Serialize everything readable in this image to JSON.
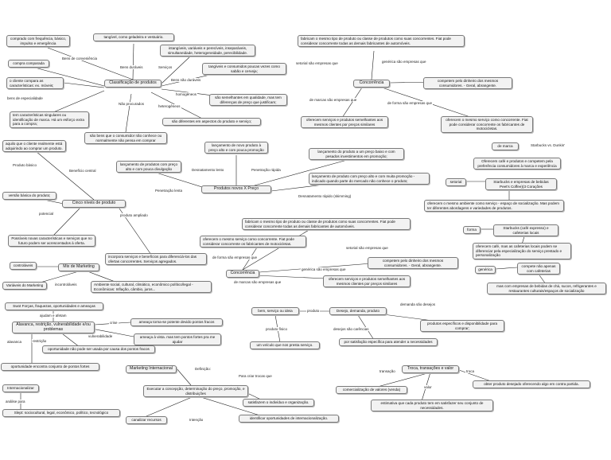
{
  "nodes": {
    "n1": "comprado com frequência, básico, impulso e emergência",
    "n2": "tangível, como geladeira e vestuário.",
    "n3": "intangíveis, variáveis e perecíveis, inseparáveis, simultaneidade, heterogeneidade, perecibilidade.",
    "n4": "tangíveis e consumidos poucas vezes como sabão e cerveja;",
    "n5": "compra comparada",
    "n6": "o cliente compara as características: ex. móveis;",
    "n7": "Classificação de produtos",
    "n8": "são semelhantes em qualidade, mas tem diferenças de preço que justificam;",
    "n9": "tem características singulares ou identificação de marca. Há um esforço extra para a compra;",
    "n10": "são diferentes em aspectos do produto e serviço;",
    "n11": "são bens que o consumidor não conhece ou normalmente não pensa em comprar",
    "n12": "fabricam o mesmo tipo de produto ou classe de produtos como suas concorrentes. Fiat pode considerar concorrente todas as demais fabricantes de automóveis.",
    "n13": "Concorrência",
    "n14": "competem pelo dinheiro dos mesmos consumidores. - Geral, abrangente.",
    "n15": "oferecem serviços e produtos semelhantes aos mesmos clientes por preços similares",
    "n16": "oferecem o mesmo serviço como concorrente. Fiat pode considerar concorrente os fabricantes de motocicletas.",
    "n17": "aquilo que o cliente realmente está adquirindo ao comprar um produto.",
    "n18": "lançamento de novo produto à preço alto e com pouca promoção",
    "n19": "lançamento do produto a um preço baixo e com pesados investimentos em promoção;",
    "n20": "lançamento de produtos com preço alto e com pouca divulgação",
    "n21": "Produtos novos X Preço",
    "n22": "lançamento de produto com preço alto e com muita promoção - indicado quando parte do mercado não conhece o produto;",
    "n23": "Cinco níveis de produto",
    "n24": "versão básica do produto;",
    "n25": "Possíveis novas características e serviços que no futuro podem ser acrescentados à oferta.",
    "n26": "incorpora serviços e benefícios para diferenciá-los das ofertas concorrentes. Serviços agregados.",
    "n27": "de marca",
    "n28": "Oferecem café e produtos e competem pela preferência consumidores à marca e experiência",
    "n29": "setorial",
    "n30": "Starbucks e empresas de bebidas Peet's Coffee)(3 Corações",
    "n31": "oferecem o mesmo ambiente como serviço - espaço de socialização. Mas podem ter diferentes abordagens e variedades de produtos.",
    "n32": "forma",
    "n33": "oferecem café, mas as cafeterias locais podem se diferenciar pela especialização do serviço prestado e personalização",
    "n34": "genérica",
    "n35": "mas com empresas de bebidas de chá, sucos, refrigerantes e restaurantes culturais/espaços de socialização",
    "n36": "fabricam o mesmo tipo de produto ou classe de produtos como suas concorrentes. Fiat pode considerar concorrente todas as demais fabricantes de automóveis.",
    "n37": "oferecem o mesmo serviço como concorrente. Fiat pode considerar concorrente os fabricantes de motocicletas.",
    "n38": "competem pelo dinheiro dos mesmos consumidores. - Geral, abrangente.",
    "n39": "Concorrência",
    "n40": "oferecem serviços e produtos semelhantes aos mesmos clientes por preços similares",
    "n41": "controláveis",
    "n42": "Mix de Marketing",
    "n43": "Variáveis do Marketing",
    "n44": "Ambiente social, cultural, climático, econômico político/legal - Econômicas: Inflação, câmbio, juros...",
    "n45": "Swot Forças, fraquezas, oportunidades e ameaças",
    "n46": "Alavanca, restrição, vulnerabilidade e/ou problemas",
    "n47": "ameaça torna-se potente devido pontos fracos",
    "n48": "ameaça à vista. mas tem pontos fortes pra me ajudar",
    "n49": "oportunidade não pode ser usada por causa dos pontos fracos",
    "n50": "oportunidade encontra conjunto de pontos fortes",
    "n51": "bem, serviço ou ideia",
    "n52": "Desejo, demanda, produto",
    "n53": "produtos específicos e disponibilidade para comprar;",
    "n54": "um veículo que nos presta serviço.",
    "n55": "por satisfação específica para atender a necessidades",
    "n56": "Marketing Internacional",
    "n57": "Executar a concepção, determinação do preço, promoção, e distribuições",
    "n58": "satisfazem o indivíduo e organização.",
    "n59": "Internacionalizar",
    "n60": "Slept: sociocultural, legal, econômico, político, tecnológico",
    "n61": "canalizar recursos",
    "n62": "identificar oportunidades de internacionalização.",
    "n63": "Troca, transações e valor",
    "n64": "comercialização de valores (venda)",
    "n65": "obter produto desejado oferecendo algo em contra partida.",
    "n66": "estimativa que cada produto tem em satisfazer seu conjunto de necessidades.",
    "n67": "Starbucks (café expresso) e cafeterias locais",
    "n68": "compete não apenas com cafeterias"
  },
  "labels": {
    "l1": "Bens de conveniência",
    "l2": "Bens duráveis",
    "l3": "Serviços",
    "l4": "Bens não duráveis",
    "l5": "homogêneos",
    "l6": "heterogêneos",
    "l7": "Não procurados",
    "l8": "bens de especialidade",
    "l9": "setorial são empresas que",
    "l10": "genérica são empresas que",
    "l11": "de marcas são empresas que",
    "l12": "de forma são empresas que",
    "l13": "Desnatamento lento",
    "l14": "Penetração rápida",
    "l15": "Penetração lenta",
    "l16": "Desnatamento rápido (skimming)",
    "l17": "Benefício central",
    "l18": "Produto básico",
    "l19": "potencial",
    "l20": "produto ampliado",
    "l21": "Starbucks vs. Dunkin'",
    "l22": "setorial são empresas que",
    "l23": "de forma são empresas que",
    "l24": "genérica são empresas que",
    "l25": "de marcas são empresas que",
    "l26": "incontroláveis",
    "l27": "ajudam e afetam",
    "l28": "crise",
    "l29": "vulnerabilidade",
    "l30": "restrição",
    "l31": "alavanca",
    "l32": "produto",
    "l33": "demanda são desejos",
    "l34": "produto físico",
    "l35": "desejos são carências",
    "l36": "Definição:",
    "l37": "Para criar trocas que",
    "l38": "análise para",
    "l39": "Intenção",
    "l40": "transação",
    "l41": "troca",
    "l42": "valor"
  },
  "colors": {
    "node_fill": "#f2f2f2",
    "node_border": "#7a7a7a",
    "line": "#222222"
  }
}
